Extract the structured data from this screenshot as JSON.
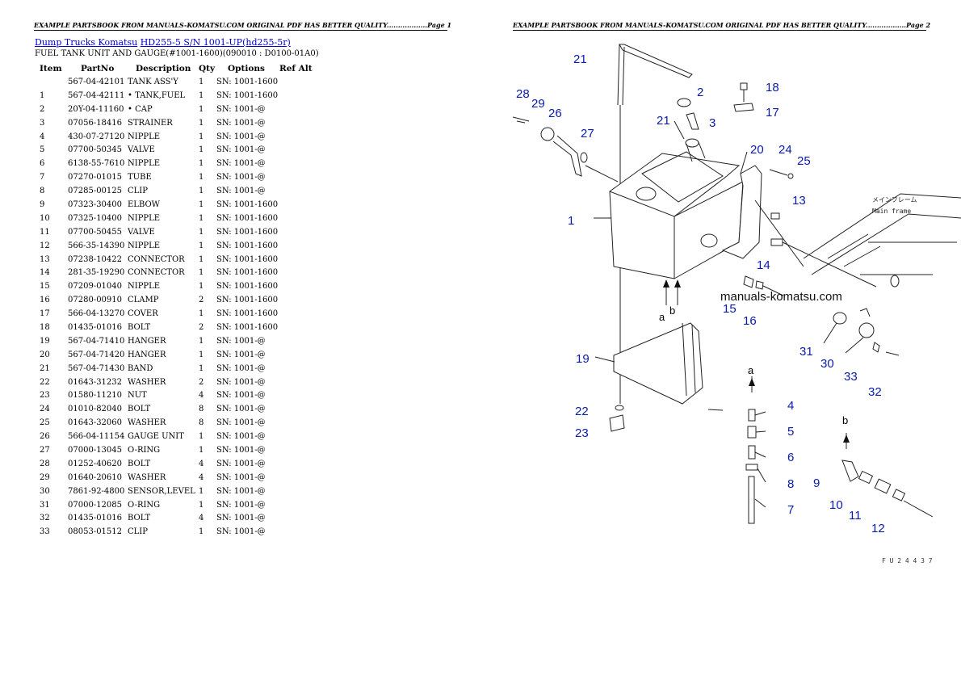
{
  "header_left": "EXAMPLE PARTSBOOK FROM MANUALS-KOMATSU.COM ORIGINAL PDF HAS BETTER QUALITY..................Page 1",
  "header_right": "EXAMPLE PARTSBOOK FROM MANUALS-KOMATSU.COM ORIGINAL PDF HAS BETTER QUALITY..................Page 2",
  "breadcrumb": {
    "link1": "Dump Trucks Komatsu",
    "link2": "HD255-5 S/N 1001-UP(hd255-5r)"
  },
  "subtitle": "FUEL TANK UNIT AND GAUGE(#1001-1600)(090010 : D0100-01A0)",
  "columns": [
    "Item",
    "PartNo",
    "Description",
    "Qty",
    "Options",
    "Ref Alt"
  ],
  "rows": [
    [
      "",
      "567-04-42101",
      "TANK ASS'Y",
      "1",
      "SN: 1001-1600"
    ],
    [
      "1",
      "567-04-42111",
      "• TANK,FUEL",
      "1",
      "SN: 1001-1600"
    ],
    [
      "2",
      "20Y-04-11160",
      "• CAP",
      "1",
      "SN: 1001-@"
    ],
    [
      "3",
      "07056-18416",
      "STRAINER",
      "1",
      "SN: 1001-@"
    ],
    [
      "4",
      "430-07-27120",
      "NIPPLE",
      "1",
      "SN: 1001-@"
    ],
    [
      "5",
      "07700-50345",
      "VALVE",
      "1",
      "SN: 1001-@"
    ],
    [
      "6",
      "6138-55-7610",
      "NIPPLE",
      "1",
      "SN: 1001-@"
    ],
    [
      "7",
      "07270-01015",
      "TUBE",
      "1",
      "SN: 1001-@"
    ],
    [
      "8",
      "07285-00125",
      "CLIP",
      "1",
      "SN: 1001-@"
    ],
    [
      "9",
      "07323-30400",
      "ELBOW",
      "1",
      "SN: 1001-1600"
    ],
    [
      "10",
      "07325-10400",
      "NIPPLE",
      "1",
      "SN: 1001-1600"
    ],
    [
      "11",
      "07700-50455",
      "VALVE",
      "1",
      "SN: 1001-1600"
    ],
    [
      "12",
      "566-35-14390",
      "NIPPLE",
      "1",
      "SN: 1001-1600"
    ],
    [
      "13",
      "07238-10422",
      "CONNECTOR",
      "1",
      "SN: 1001-1600"
    ],
    [
      "14",
      "281-35-19290",
      "CONNECTOR",
      "1",
      "SN: 1001-1600"
    ],
    [
      "15",
      "07209-01040",
      "NIPPLE",
      "1",
      "SN: 1001-1600"
    ],
    [
      "16",
      "07280-00910",
      "CLAMP",
      "2",
      "SN: 1001-1600"
    ],
    [
      "17",
      "566-04-13270",
      "COVER",
      "1",
      "SN: 1001-1600"
    ],
    [
      "18",
      "01435-01016",
      "BOLT",
      "2",
      "SN: 1001-1600"
    ],
    [
      "19",
      "567-04-71410",
      "HANGER",
      "1",
      "SN: 1001-@"
    ],
    [
      "20",
      "567-04-71420",
      "HANGER",
      "1",
      "SN: 1001-@"
    ],
    [
      "21",
      "567-04-71430",
      "BAND",
      "1",
      "SN: 1001-@"
    ],
    [
      "22",
      "01643-31232",
      "WASHER",
      "2",
      "SN: 1001-@"
    ],
    [
      "23",
      "01580-11210",
      "NUT",
      "4",
      "SN: 1001-@"
    ],
    [
      "24",
      "01010-82040",
      "BOLT",
      "8",
      "SN: 1001-@"
    ],
    [
      "25",
      "01643-32060",
      "WASHER",
      "8",
      "SN: 1001-@"
    ],
    [
      "26",
      "566-04-11154",
      "GAUGE UNIT",
      "1",
      "SN: 1001-@"
    ],
    [
      "27",
      "07000-13045",
      "O-RING",
      "1",
      "SN: 1001-@"
    ],
    [
      "28",
      "01252-40620",
      "BOLT",
      "4",
      "SN: 1001-@"
    ],
    [
      "29",
      "01640-20610",
      "WASHER",
      "4",
      "SN: 1001-@"
    ],
    [
      "30",
      "7861-92-4800",
      "SENSOR,LEVEL",
      "1",
      "SN: 1001-@"
    ],
    [
      "31",
      "07000-12085",
      "O-RING",
      "1",
      "SN: 1001-@"
    ],
    [
      "32",
      "01435-01016",
      "BOLT",
      "4",
      "SN: 1001-@"
    ],
    [
      "33",
      "08053-01512",
      "CLIP",
      "1",
      "SN: 1001-@"
    ]
  ],
  "diagram": {
    "watermark": "manuals-komatsu.com",
    "jp_label": "メインフレーム",
    "en_label": "Main frame",
    "code": "F U 2 4 4 3 7",
    "arrow_a": "a",
    "arrow_b": "b"
  }
}
